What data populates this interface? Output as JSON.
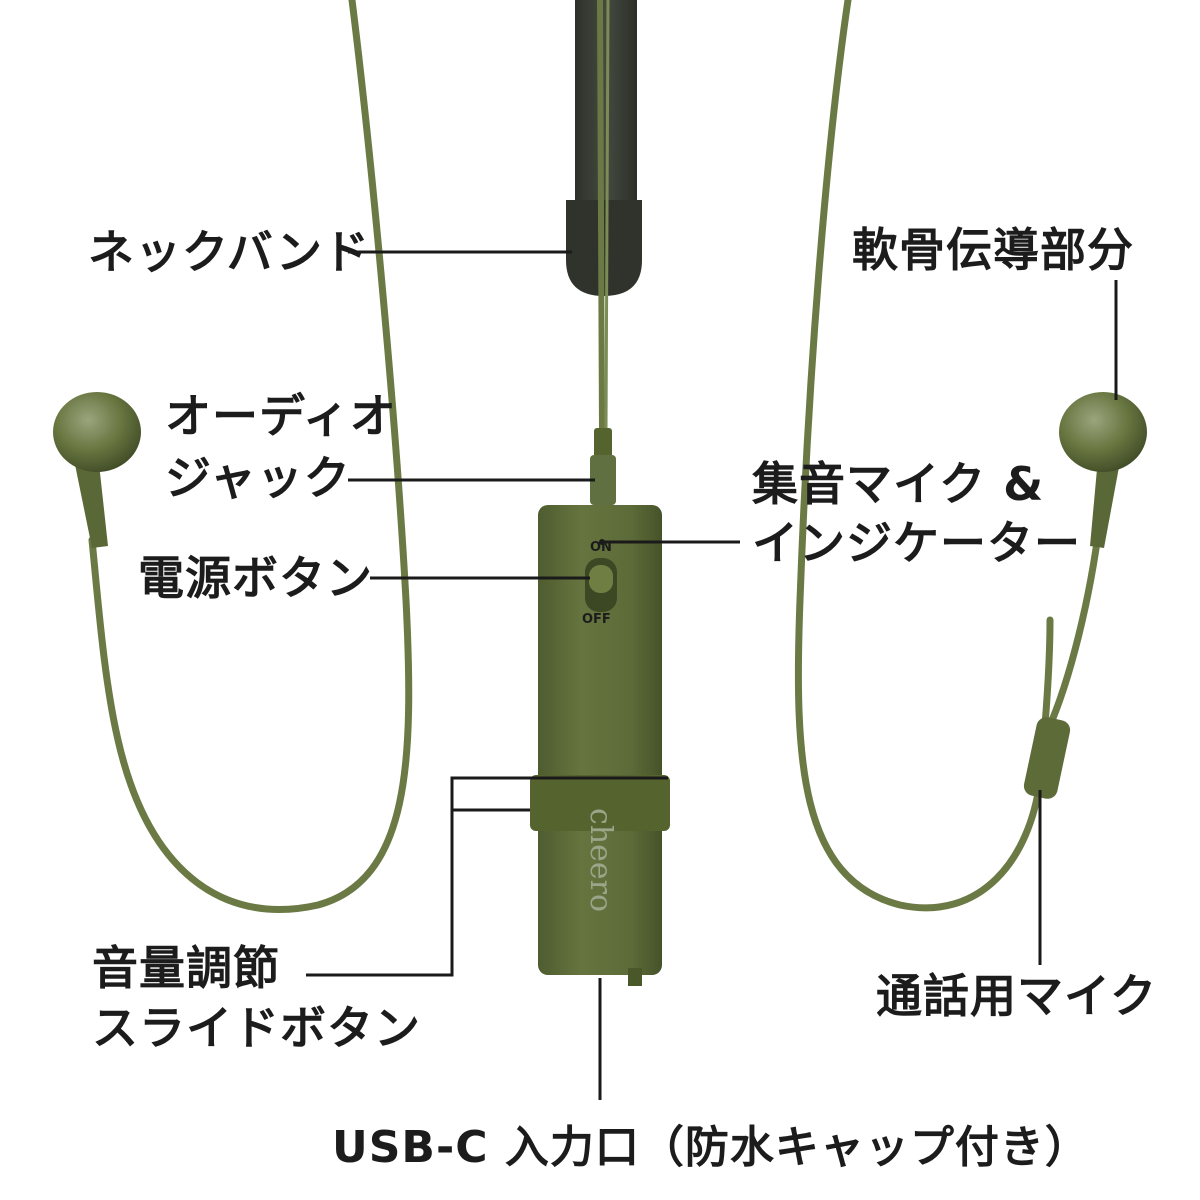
{
  "labels": {
    "neckband": "ネックバンド",
    "bone_conduction": "軟骨伝導部分",
    "audio_jack_line1": "オーディオ",
    "audio_jack_line2": "ジャック",
    "mic_indicator_line1": "集音マイク &",
    "mic_indicator_line2": "インジケーター",
    "power_button": "電源ボタン",
    "volume_line1": "音量調節",
    "volume_line2": "スライドボタン",
    "call_mic": "通話用マイク",
    "usb_c": "USB-C 入力口（防水キャップ付き）"
  },
  "device": {
    "switch_on": "ON",
    "switch_off": "OFF",
    "brand": "cheero"
  },
  "colors": {
    "cable": "#6b7a45",
    "body": "#5f6e3c",
    "band": "#3a3f36",
    "leader": "#1a1a1a"
  }
}
